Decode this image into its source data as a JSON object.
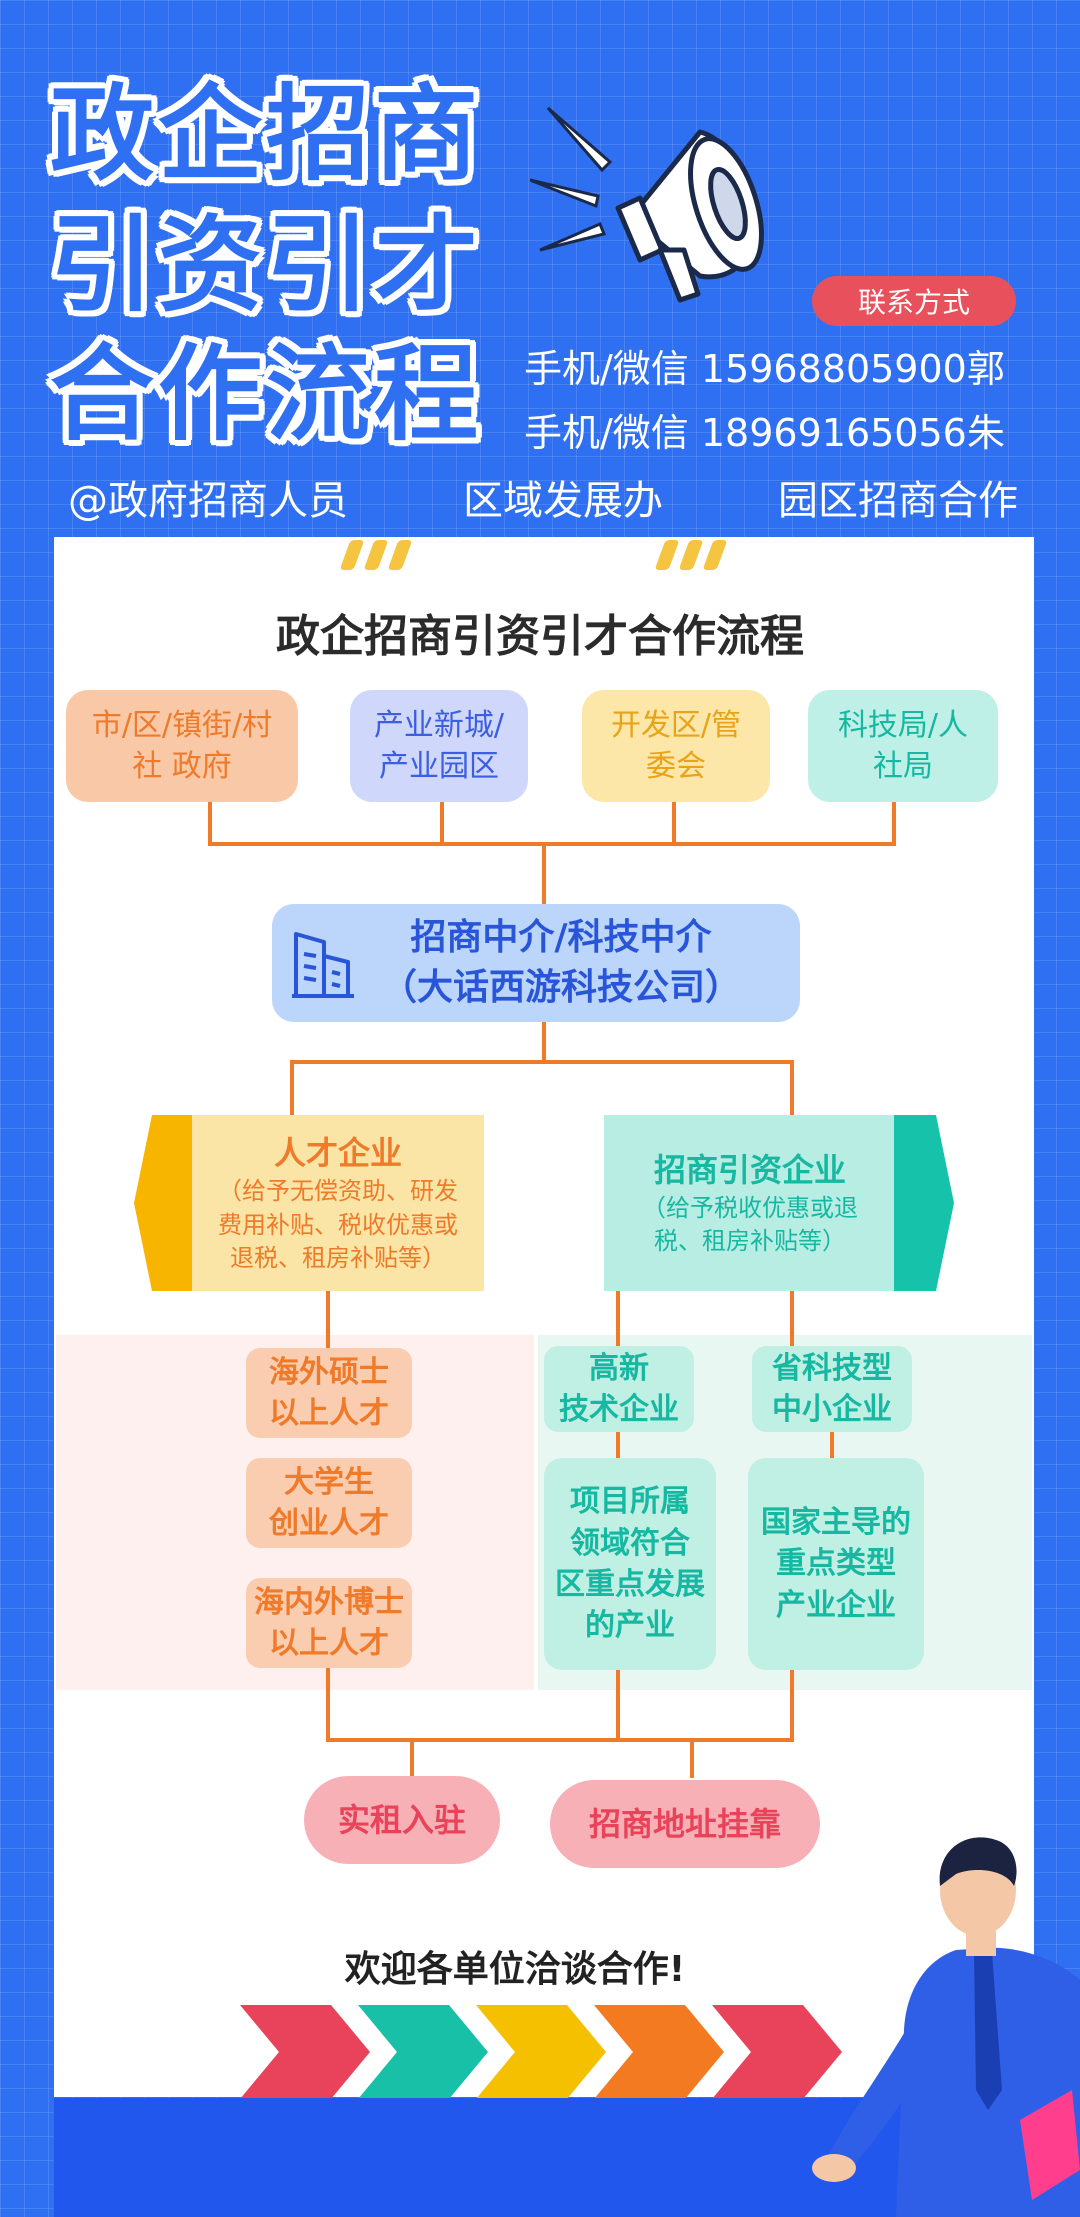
{
  "header": {
    "title_lines": [
      "政企招商",
      "引资引才",
      "合作流程"
    ],
    "contact_label": "联系方式",
    "phones": [
      "手机/微信 15968805900郭",
      "手机/微信 18969165056朱"
    ],
    "org_tags": [
      "@政府招商人员",
      "区域发展办",
      "园区招商合作"
    ]
  },
  "flow": {
    "title": "政企招商引资引才合作流程",
    "top_boxes": [
      {
        "line1": "市/区/镇街/村",
        "line2": "社 政府",
        "color": "#f9c9a7",
        "text": "#ee7a2a"
      },
      {
        "line1": "产业新城/",
        "line2": "产业园区",
        "color": "#cfd7fb",
        "text": "#3c5ee0"
      },
      {
        "line1": "开发区/管",
        "line2": "委会",
        "color": "#fde7a8",
        "text": "#e8a318"
      },
      {
        "line1": "科技局/人",
        "line2": "社局",
        "color": "#bff0e7",
        "text": "#17b8a2"
      }
    ],
    "intermediary": {
      "line1": "招商中介/科技中介",
      "line2": "（大话西游科技公司）"
    },
    "talent": {
      "title": "人才企业",
      "lines": [
        "（给予无偿资助、研发",
        "费用补贴、税收优惠或",
        "退税、租房补贴等）"
      ]
    },
    "investment": {
      "title": "招商引资企业",
      "lines": [
        "（给予税收优惠或退",
        "税、租房补贴等）"
      ]
    },
    "talent_items": [
      {
        "line1": "海外硕士",
        "line2": "以上人才"
      },
      {
        "line1": "大学生",
        "line2": "创业人才"
      },
      {
        "line1": "海内外博士",
        "line2": "以上人才"
      }
    ],
    "hightech": {
      "line1": "高新",
      "line2": "技术企业"
    },
    "provincial": {
      "line1": "省科技型",
      "line2": "中小企业"
    },
    "project_lines": [
      "项目所属",
      "领域符合",
      "区重点发展",
      "的产业"
    ],
    "national_lines": [
      "国家主导的",
      "重点类型",
      "产业企业"
    ],
    "results": [
      "实租入驻",
      "招商地址挂靠"
    ]
  },
  "footer": {
    "welcome": "欢迎各单位洽谈合作!",
    "arrow_colors": [
      "#e8435a",
      "#19c0a8",
      "#f5c000",
      "#f47a22",
      "#e8435a"
    ]
  }
}
